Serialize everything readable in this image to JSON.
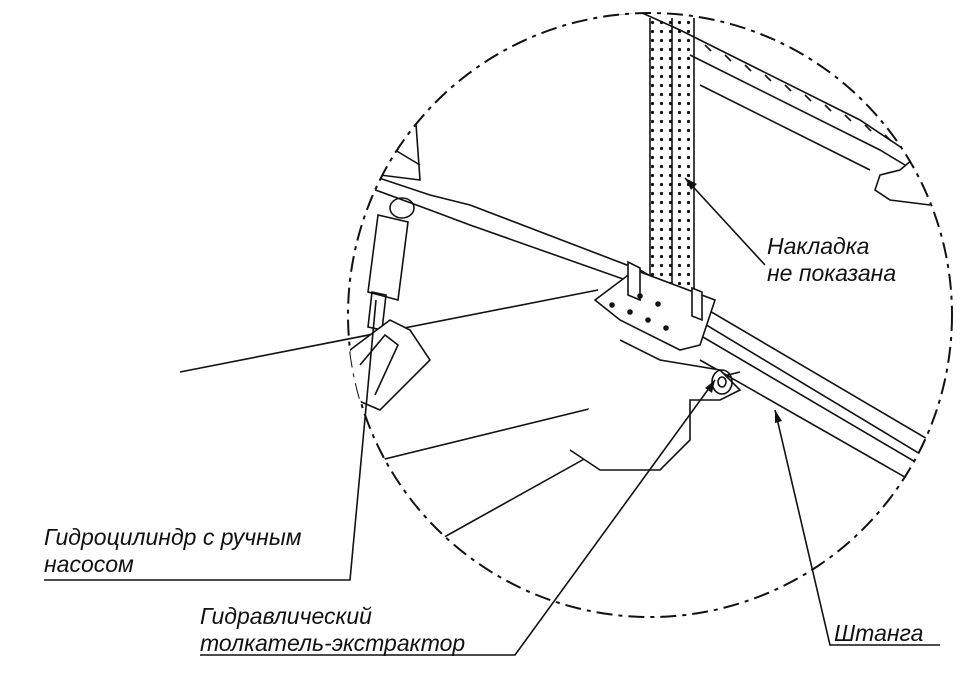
{
  "labels": {
    "overlay": {
      "line1": "Накладка",
      "line2": "не показана"
    },
    "cylinder": {
      "line1": "Гидроцилиндр с ручным",
      "line2": "насосом"
    },
    "pusher": {
      "line1": "Гидравлический",
      "line2": "толкатель-экстрактор"
    },
    "rod": {
      "line1": "Штанга"
    }
  }
}
